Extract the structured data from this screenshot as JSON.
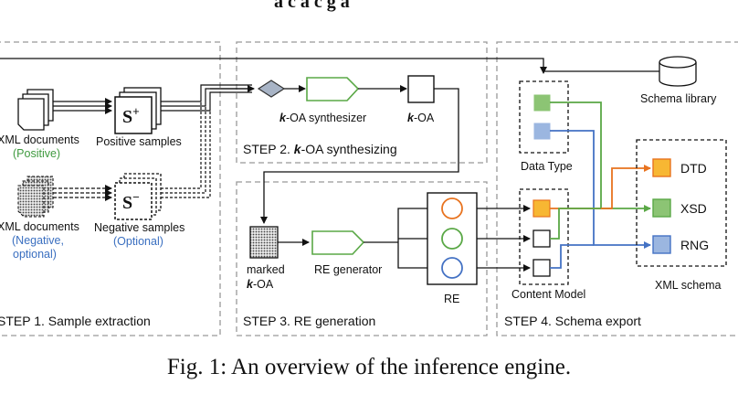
{
  "header_fragment": "a   c       a c        g         a      ",
  "steps": {
    "step1": "STEP 1. Sample extraction",
    "step2_prefix": "STEP 2. ",
    "step2_k": "k",
    "step2_suffix": "-OA synthesizing",
    "step3": "STEP 3. RE generation",
    "step4": "STEP 4. Schema export"
  },
  "step1": {
    "xml_pos_line1": "XML documents",
    "xml_pos_line2": "(Positive)",
    "xml_neg_line1": "XML documents",
    "xml_neg_line2": "(Negative,",
    "xml_neg_line3": "optional)",
    "pos_samples": "Positive samples",
    "neg_samples": "Negative samples",
    "neg_optional": "(Optional)",
    "s_plus": "S",
    "plus": "+",
    "s_minus": "S",
    "minus": "−"
  },
  "step2": {
    "synth_k": "k",
    "synth_rest": "-OA synthesizer",
    "koa_k": "k",
    "koa_rest": "-OA"
  },
  "step3": {
    "marked": "marked",
    "marked_k": "k",
    "marked_rest": "-OA",
    "re_generator": "RE generator",
    "re": "RE"
  },
  "step4": {
    "schema_library": "Schema library",
    "data_type": "Data Type",
    "content_model": "Content Model",
    "xml_schema": "XML schema",
    "outputs": [
      "DTD",
      "XSD",
      "RNG"
    ]
  },
  "colors": {
    "orange": "#e8731f",
    "green": "#5aa846",
    "blue": "#4472c4",
    "fill_orange": "#f7b733",
    "fill_green": "#8cc474",
    "fill_blue": "#9bb6e0"
  },
  "caption": "Fig. 1: An overview of the inference engine."
}
